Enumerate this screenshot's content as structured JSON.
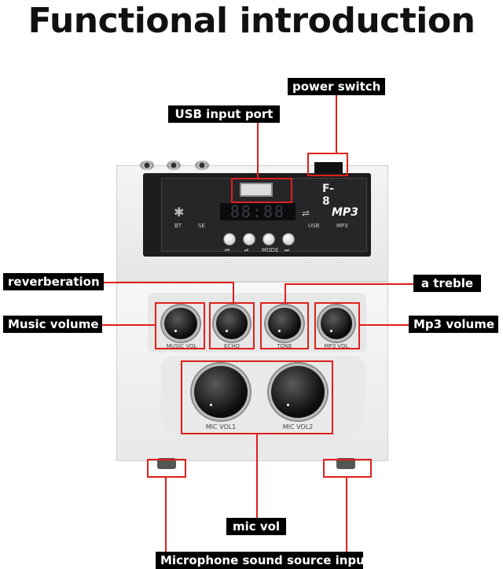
{
  "title": "Functional introduction",
  "labels": {
    "power_switch": "power switch",
    "usb_input_port": "USB input port",
    "reverberation": "reverberation",
    "a_treble": "a treble",
    "music_volume": "Music volume",
    "mp3_volume": "Mp3 volume",
    "mic_vol": "mic vol",
    "mic_source_input": "Microphone sound source input"
  },
  "device": {
    "model": "F-8",
    "display_brand": "MP3",
    "lcd": "88:88",
    "panel_bt": "BT",
    "panel_se": "SE",
    "panel_usb": "USB",
    "panel_mp3": "MP3",
    "btn_prev": "⏮",
    "btn_play": "⏯",
    "btn_mode": "MODE",
    "btn_next": "⏭",
    "knobs": [
      "MUSIC VOL",
      "ECHO",
      "TONE",
      "MP3 VOL"
    ],
    "mic_knobs": [
      "MIC VOL1",
      "MIC VOL2"
    ]
  },
  "colors": {
    "annotation_red": "#e0201c",
    "label_bg": "#000000",
    "label_text": "#ffffff"
  }
}
